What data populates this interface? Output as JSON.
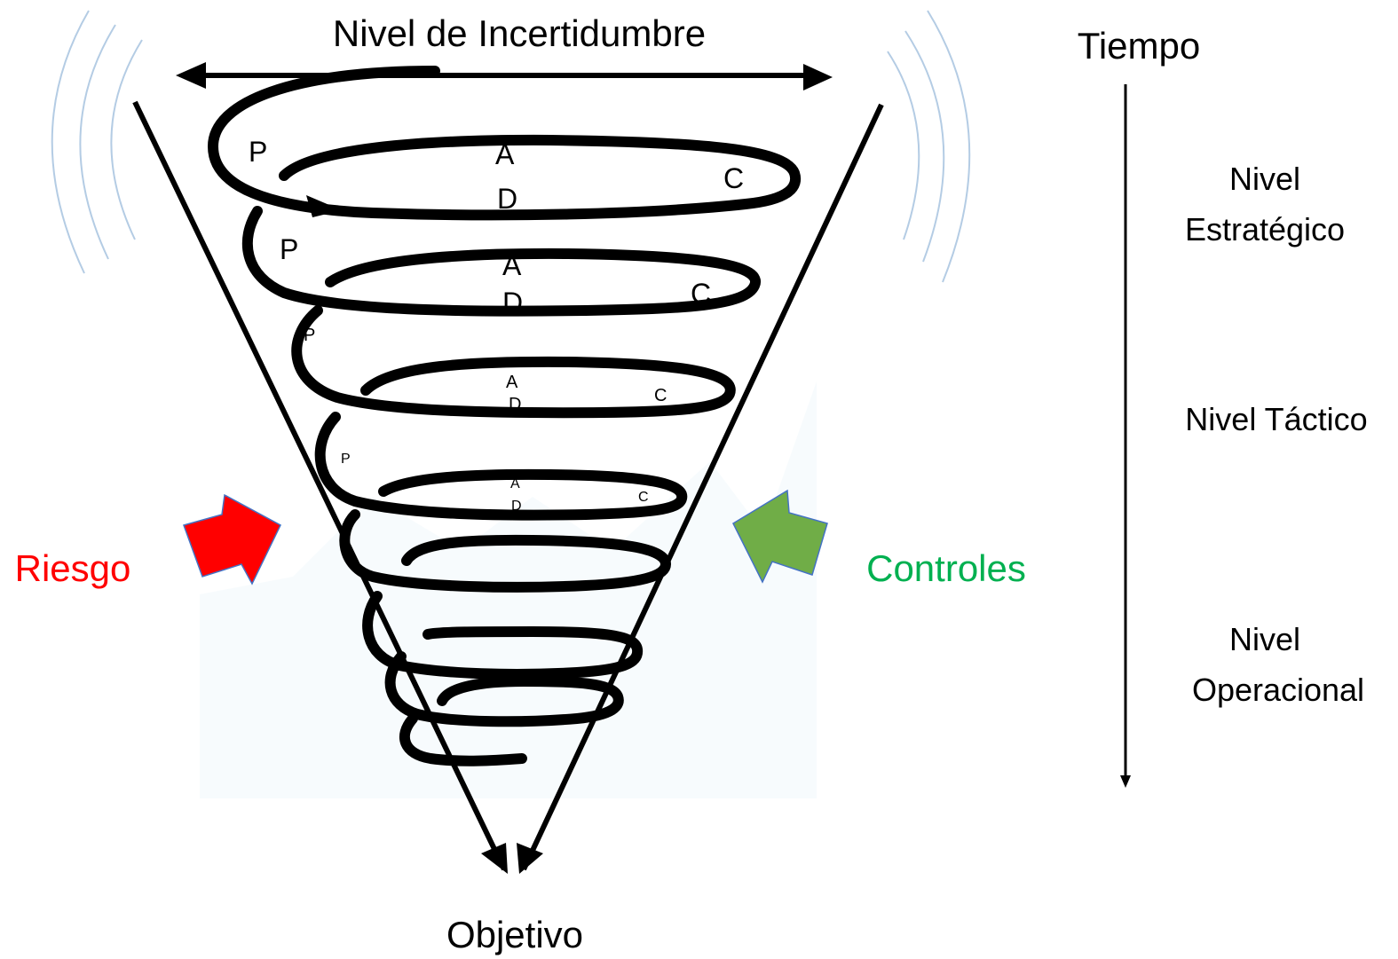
{
  "labels": {
    "uncertainty": "Nivel de Incertidumbre",
    "time": "Tiempo",
    "objective": "Objetivo",
    "risk": "Riesgo",
    "controls": "Controles",
    "strategic_line1": "Nivel",
    "strategic_line2": "Estratégico",
    "tactical": "Nivel Táctico",
    "operational_line1": "Nivel",
    "operational_line2": "Operacional"
  },
  "pdca": {
    "plan": "P",
    "do": "D",
    "check": "C",
    "act": "A"
  },
  "colors": {
    "risk": "#ff0000",
    "controls": "#00b050",
    "risk_arrow": "#ff0000",
    "controls_arrow": "#70ad47",
    "arrow_border": "#4472c4",
    "waves": "#b4cce4",
    "ink": "#000000"
  }
}
